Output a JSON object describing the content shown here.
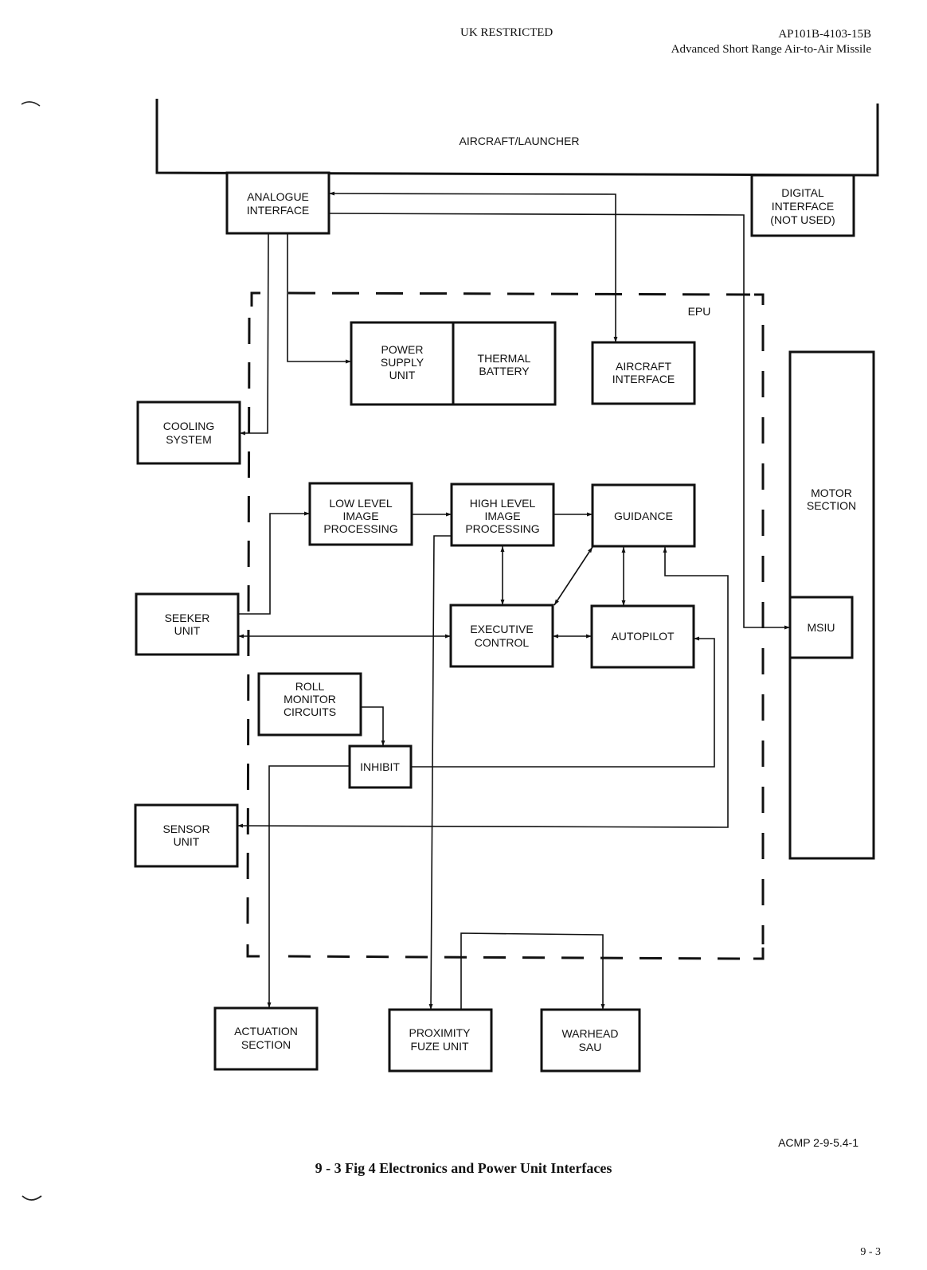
{
  "header": {
    "classification": "UK RESTRICTED",
    "doc_ref": "AP101B-4103-15B",
    "doc_title": "Advanced Short Range Air-to-Air Missile"
  },
  "diagram": {
    "aircraft_launcher": "AIRCRAFT/LAUNCHER",
    "epu_label": "EPU",
    "blocks": {
      "analogue_interface": [
        "ANALOGUE",
        "INTERFACE"
      ],
      "digital_interface": [
        "DIGITAL",
        "INTERFACE",
        "(NOT USED)"
      ],
      "power_supply_unit": [
        "POWER",
        "SUPPLY",
        "UNIT"
      ],
      "thermal_battery": [
        "THERMAL",
        "BATTERY"
      ],
      "aircraft_interface": [
        "AIRCRAFT",
        "INTERFACE"
      ],
      "cooling_system": [
        "COOLING",
        "SYSTEM"
      ],
      "low_level_image_processing": [
        "LOW LEVEL",
        "IMAGE",
        "PROCESSING"
      ],
      "high_level_image_processing": [
        "HIGH LEVEL",
        "IMAGE",
        "PROCESSING"
      ],
      "guidance": [
        "GUIDANCE"
      ],
      "seeker_unit": [
        "SEEKER",
        "UNIT"
      ],
      "executive_control": [
        "EXECUTIVE",
        "CONTROL"
      ],
      "autopilot": [
        "AUTOPILOT"
      ],
      "motor_section": [
        "MOTOR",
        "SECTION"
      ],
      "msiu": [
        "MSIU"
      ],
      "roll_monitor_circuits": [
        "ROLL",
        "MONITOR",
        "CIRCUITS"
      ],
      "inhibit": [
        "INHIBIT"
      ],
      "sensor_unit": [
        "SENSOR",
        "UNIT"
      ],
      "actuation_section": [
        "ACTUATION",
        "SECTION"
      ],
      "proximity_fuze_unit": [
        "PROXIMITY",
        "FUZE UNIT"
      ],
      "warhead_sau": [
        "WARHEAD",
        "SAU"
      ]
    }
  },
  "footer": {
    "figure_ref": "ACMP 2-9-5.4-1",
    "caption": "9 - 3 Fig 4 Electronics and Power Unit Interfaces",
    "page_number": "9 - 3"
  }
}
